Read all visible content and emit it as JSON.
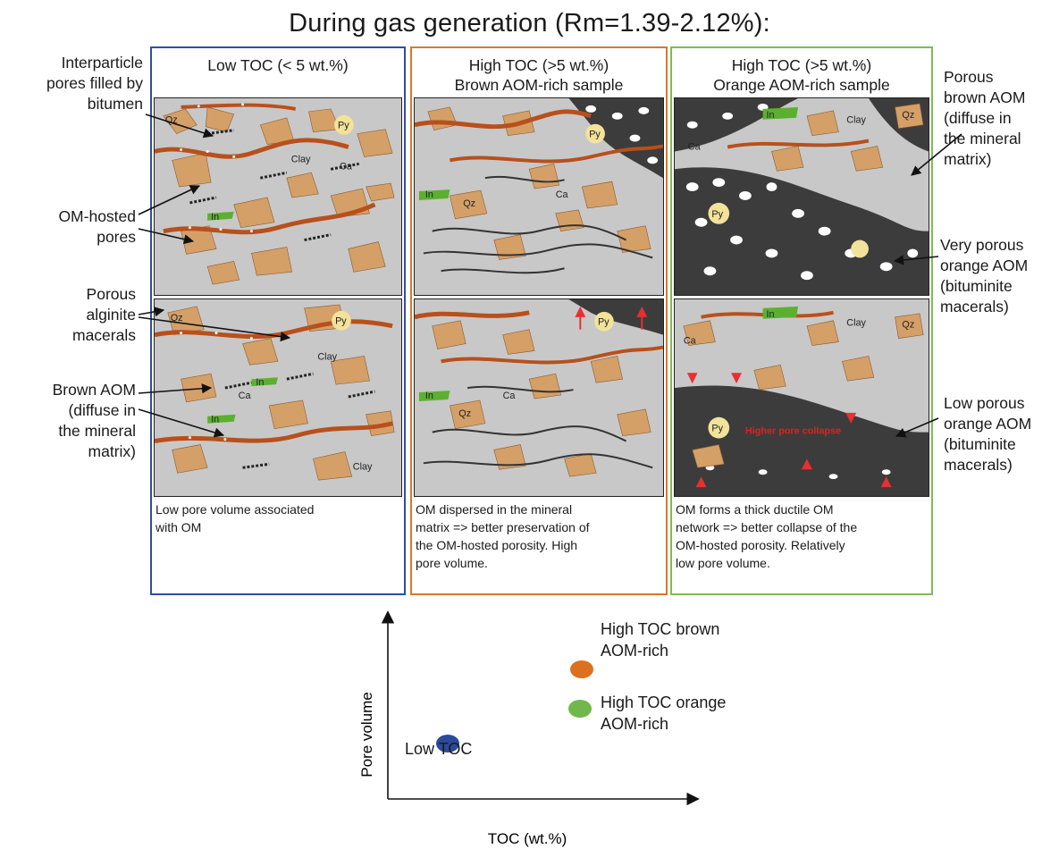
{
  "title": "During gas generation (Rm=1.39-2.12%):",
  "columns": [
    {
      "heading_lines": [
        "Low TOC (< 5 wt.%)"
      ],
      "caption_lines": [
        "Low pore volume associated",
        "with OM"
      ],
      "color": "#2d4fa0"
    },
    {
      "heading_lines": [
        "High TOC (>5 wt.%)",
        "Brown AOM-rich sample"
      ],
      "caption_lines": [
        "OM dispersed in the mineral",
        "matrix => better preservation of",
        "the OM-hosted porosity. High",
        "pore volume."
      ],
      "color": "#d9782b"
    },
    {
      "heading_lines": [
        "High TOC (>5 wt.%)",
        "Orange AOM-rich sample"
      ],
      "caption_lines": [
        "OM forms a thick ductile OM",
        "network => better collapse of the",
        "OM-hosted porosity. Relatively",
        "low pore volume."
      ],
      "color": "#7dbd55"
    }
  ],
  "left_labels": [
    [
      "Interparticle",
      "pores filled by",
      "bitumen"
    ],
    [
      "OM-hosted",
      "pores"
    ],
    [
      "Porous",
      "alginite",
      "macerals"
    ],
    [
      "Brown AOM",
      "(diffuse in",
      "the mineral",
      "matrix)"
    ]
  ],
  "right_labels": [
    [
      "Porous",
      "brown AOM",
      "(diffuse in",
      "the mineral",
      "matrix)"
    ],
    [
      "Very porous",
      "orange AOM",
      "(bituminite",
      "macerals)"
    ],
    [
      "Low porous",
      "orange AOM",
      "(bituminite",
      "macerals)"
    ]
  ],
  "mineral_labels": {
    "quartz": "Qz",
    "pyrite": "Py",
    "clay": "Clay",
    "calcite": "Ca",
    "inertinite": "In"
  },
  "collapse_label": "Higher pore collapse",
  "chart": {
    "x_axis_label": "TOC (wt.%)",
    "y_axis_label": "Pore volume",
    "points": [
      {
        "label_lines": [
          "Low TOC"
        ],
        "color": "#2b4a9a"
      },
      {
        "label_lines": [
          "High TOC brown",
          "AOM-rich"
        ],
        "color": "#dd7020"
      },
      {
        "label_lines": [
          "High TOC orange",
          "AOM-rich"
        ],
        "color": "#70b84c"
      }
    ]
  },
  "colors": {
    "clay_matrix": "#c8c8c8",
    "grain": "#d4a068",
    "brown_aom": "#b8501c",
    "orange_aom": "#3c3c3c",
    "inertinite": "#5cb030",
    "pyrite": "#f3e29a",
    "collapse_arrow": "#e83030"
  }
}
